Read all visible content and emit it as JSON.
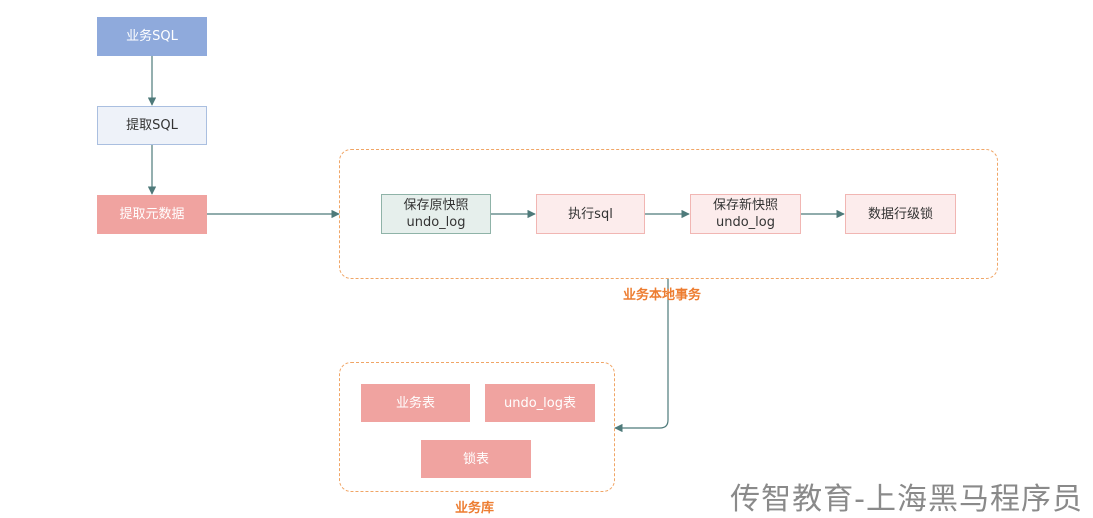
{
  "nodes": {
    "business_sql": "业务SQL",
    "extract_sql": "提取SQL",
    "extract_metadata": "提取元数据",
    "save_before_image": {
      "line1": "保存原快照",
      "line2": "undo_log"
    },
    "execute_sql": "执行sql",
    "save_after_image": {
      "line1": "保存新快照",
      "line2": "undo_log"
    },
    "row_lock": "数据行级锁",
    "business_table": "业务表",
    "undo_log_table": "undo_log表",
    "lock_table": "锁表"
  },
  "groups": {
    "local_transaction": "业务本地事务",
    "business_db": "业务库"
  },
  "watermark": "传智教育-上海黑马程序员",
  "colors": {
    "arrow": "#4e7a7a",
    "group_border": "#f0a566",
    "group_label": "#ed7d31"
  }
}
